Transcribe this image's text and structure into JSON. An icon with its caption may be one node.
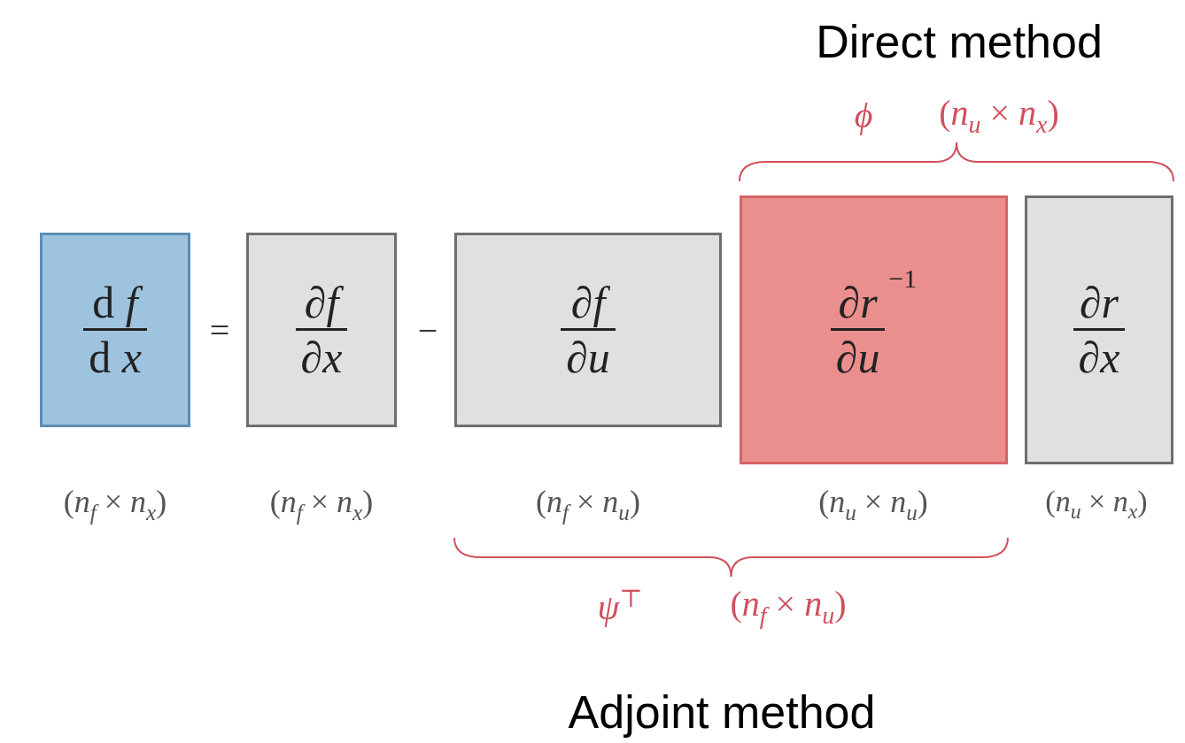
{
  "diagram": {
    "nodes": [
      {
        "text": [
          "d *f*",
          "d *x*"
        ],
        "beside": [
          "(*n*$_{f}$ × *n*$_{x}$)"
        ]
      },
      {
        "text": [
          "∂*f*",
          "∂*x*"
        ],
        "beside": [
          "(*n*$_{f}$ × *n*$_{x}$)"
        ]
      },
      {
        "text": [
          "∂*f*",
          "∂*u*"
        ],
        "beside": [
          "(*n*$_{f}$ × *n*$_{u}$)"
        ]
      },
      {
        "text": [
          "∂*r*",
          "∂*u*",
          "−1"
        ],
        "beside": [
          "(*n*$_{u}$ × *n*$_{u}$)"
        ]
      },
      {
        "text": [
          "∂*r*",
          "∂*x*"
        ],
        "beside": [
          "(*n*$_{u}$ × *n*$_{x}$)"
        ]
      }
    ],
    "edges": [],
    "labels": [
      "Direct method",
      "*ϕ*",
      "(*n*$_{u}$ × *n*$_{x}$)",
      "=",
      "−",
      "*ψ*$^{⊤}$",
      "(*n*$_{f}$ × *n*$_{u}$)",
      "Adjoint method"
    ]
  }
}
